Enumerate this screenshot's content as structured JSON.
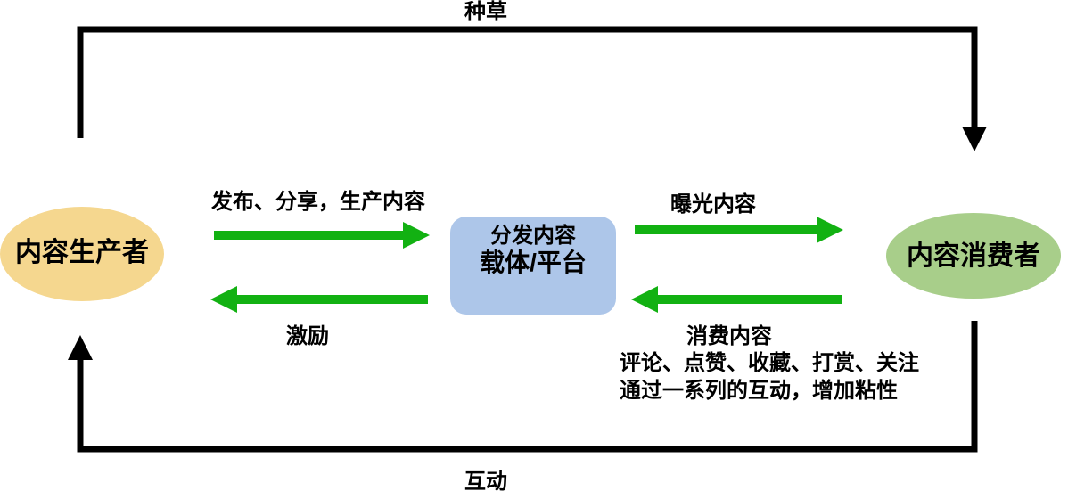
{
  "colors": {
    "black": "#000000",
    "green": "#12b112",
    "producer_fill": "#F5D78F",
    "consumer_fill": "#A8CE8A",
    "platform_fill": "#ADC6E9"
  },
  "nodes": {
    "producer": {
      "label": "内容生产者"
    },
    "consumer": {
      "label": "内容消费者"
    },
    "platform": {
      "line1": "分发内容",
      "line2": "载体/平台"
    }
  },
  "edges": {
    "top_loop": {
      "label": "种草"
    },
    "bottom_loop": {
      "label": "互动"
    },
    "produce": {
      "label": "发布、分享，生产内容"
    },
    "incentive": {
      "label": "激励"
    },
    "expose": {
      "label": "曝光内容"
    },
    "consume": {
      "label": "消费内容",
      "detail1": "评论、点赞、收藏、打赏、关注",
      "detail2": "通过一系列的互动，增加粘性"
    }
  }
}
